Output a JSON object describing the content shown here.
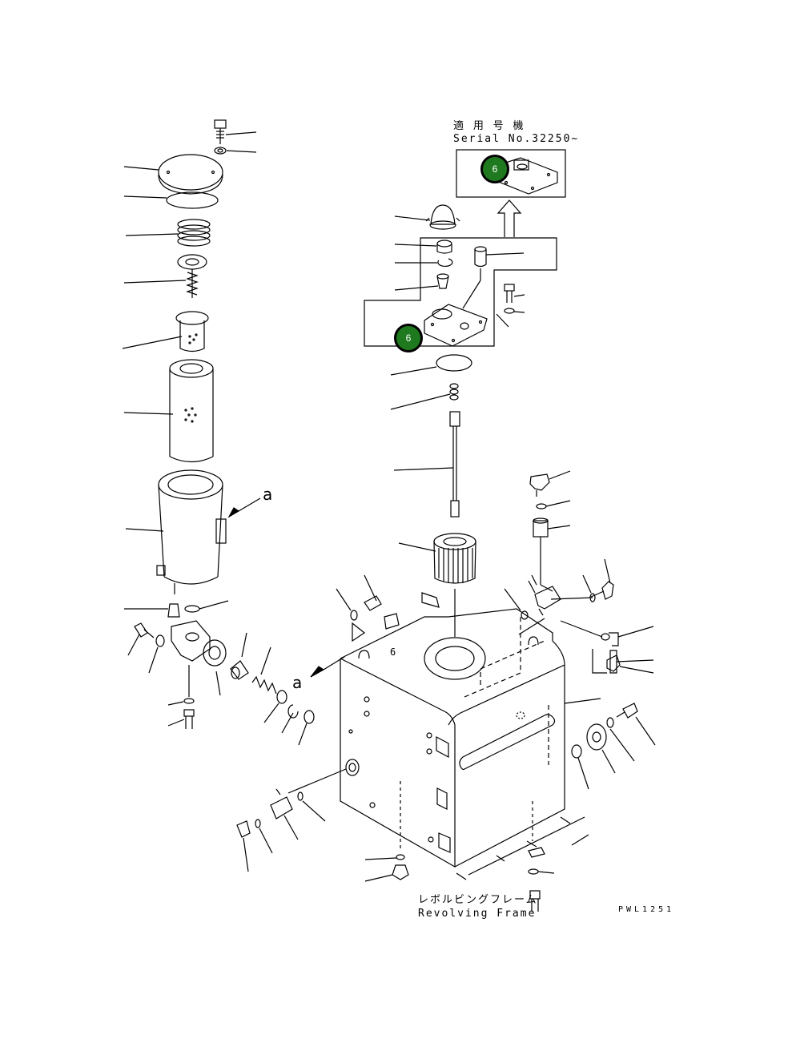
{
  "serial_header": {
    "jp": "適 用 号 機",
    "serial": "Serial No.32250~"
  },
  "callouts": [
    {
      "number": "6"
    },
    {
      "number": "6"
    }
  ],
  "view_marker": {
    "letter": "a"
  },
  "frame_label": {
    "jp": "レボルビングフレーム",
    "en": "Revolving Frame"
  },
  "drawing_code": "PWL1251",
  "colors": {
    "callout_fill": "#1f7a1f",
    "line": "#000000"
  }
}
